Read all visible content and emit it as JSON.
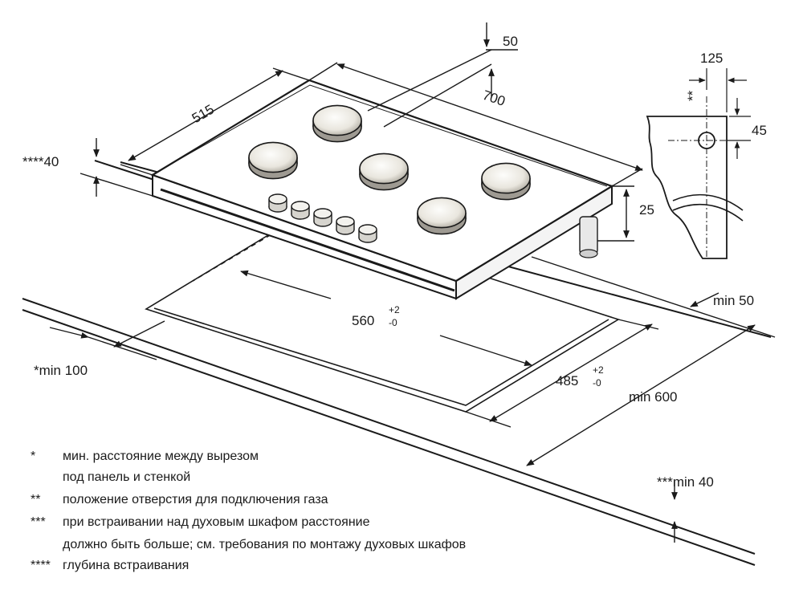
{
  "dimensions": {
    "depth": "515",
    "width": "700",
    "top_offset": "50",
    "gas_offset": "125",
    "gas_height": "45",
    "hob_height": "25",
    "side_depth": "****40",
    "cutout_width": "560",
    "cutout_width_tol": "+2",
    "cutout_width_tol_low": "-0",
    "cutout_depth": "485",
    "cutout_depth_tol": "+2",
    "cutout_depth_tol_low": "-0",
    "min_back": "min 50",
    "min_front": "*min 100",
    "min_worktop": "min 600",
    "min_below": "***min 40",
    "gas_mark": "**"
  },
  "legend": [
    {
      "mark": "*",
      "lines": [
        "мин. расстояние между вырезом",
        "под панель и стенкой"
      ]
    },
    {
      "mark": "**",
      "lines": [
        "положение отверстия для подключения газа"
      ]
    },
    {
      "mark": "***",
      "lines": [
        "при встраивании над духовым шкафом расстояние",
        "должно быть больше; см. требования по монтажу духовых шкафов"
      ]
    },
    {
      "mark": "****",
      "lines": [
        "глубина встраивания"
      ]
    }
  ]
}
